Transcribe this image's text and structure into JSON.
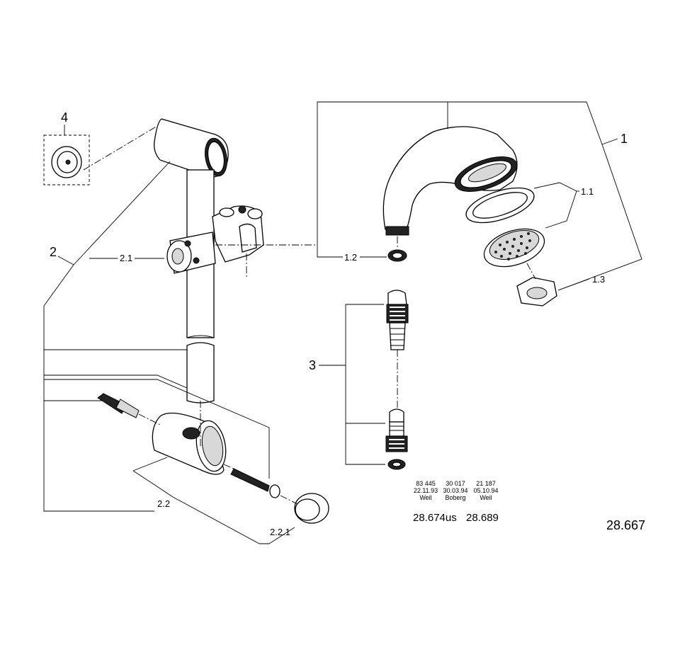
{
  "labels": {
    "l1": "1",
    "l1_1": "1.1",
    "l1_2": "1.2",
    "l1_3": "1.3",
    "l2": "2",
    "l2_1": "2.1",
    "l2_2": "2.2",
    "l2_2_1": "2.2.1",
    "l3": "3",
    "l4": "4"
  },
  "revisions": [
    {
      "number": "83 445",
      "date": "22.11.93",
      "name": "Weil"
    },
    {
      "number": "30 017",
      "date": "30.03.94",
      "name": "Boberg"
    },
    {
      "number": "21 187",
      "date": "05.10.94",
      "name": "Weil"
    }
  ],
  "variants": [
    "28.674us",
    "28.689"
  ],
  "model_number": "28.667"
}
